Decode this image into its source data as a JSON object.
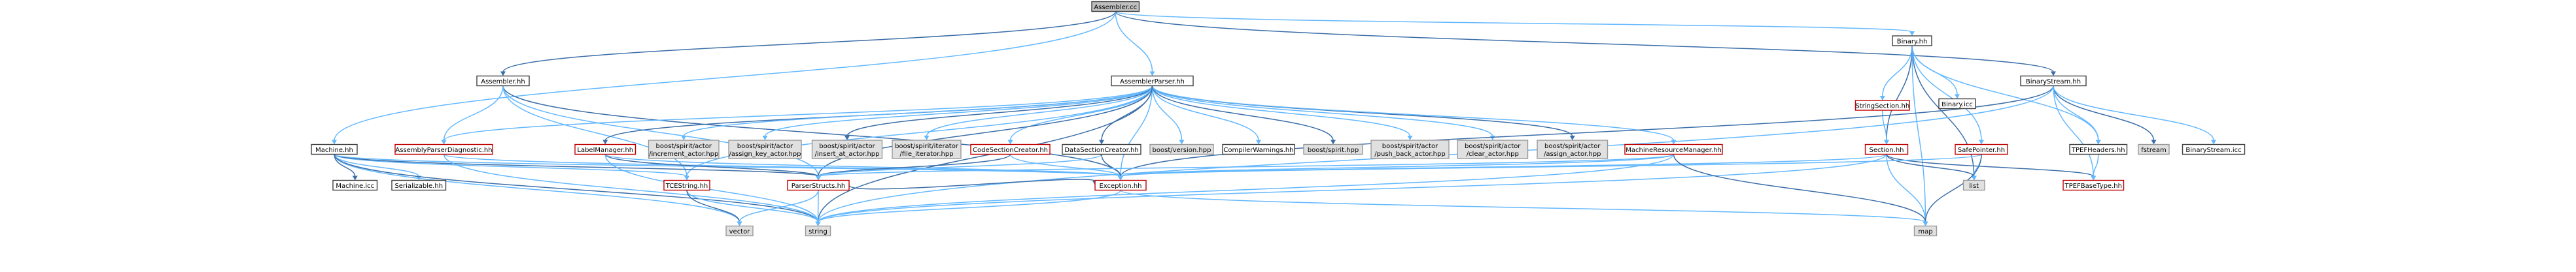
{
  "colors": {
    "edge": "#63b8ff",
    "edge_dark": "#3b6ea8",
    "root_fill": "#bfbfbf",
    "root_border": "#404040",
    "plain_fill": "#ffffff",
    "plain_border": "#404040",
    "red_border": "#bf0000",
    "gray_fill": "#e0e0e0",
    "gray_border": "#999999"
  },
  "nodes": [
    {
      "id": "assembler_cc",
      "label": "Assembler.cc",
      "style": "root"
    },
    {
      "id": "binary_hh",
      "label": "Binary.hh",
      "style": "plain"
    },
    {
      "id": "assembler_hh",
      "label": "Assembler.hh",
      "style": "plain"
    },
    {
      "id": "assemblerparser_hh",
      "label": "AssemblerParser.hh",
      "style": "plain"
    },
    {
      "id": "binarystream_hh",
      "label": "BinaryStream.hh",
      "style": "plain"
    },
    {
      "id": "stringsection_hh",
      "label": "StringSection.hh",
      "style": "red"
    },
    {
      "id": "binary_icc",
      "label": "Binary.icc",
      "style": "plain"
    },
    {
      "id": "machine_hh",
      "label": "Machine.hh",
      "style": "plain"
    },
    {
      "id": "assemblyparserdiagnostic_hh",
      "label": "AssemblyParserDiagnostic.hh",
      "style": "red"
    },
    {
      "id": "labelmanager_hh",
      "label": "LabelManager.hh",
      "style": "red"
    },
    {
      "id": "increment_actor",
      "label": "boost/spirit/actor\n/increment_actor.hpp",
      "style": "gray"
    },
    {
      "id": "assign_key_actor",
      "label": "boost/spirit/actor\n/assign_key_actor.hpp",
      "style": "gray"
    },
    {
      "id": "insert_at_actor",
      "label": "boost/spirit/actor\n/insert_at_actor.hpp",
      "style": "gray"
    },
    {
      "id": "file_iterator",
      "label": "boost/spirit/iterator\n/file_iterator.hpp",
      "style": "gray"
    },
    {
      "id": "codesectioncreator_hh",
      "label": "CodeSectionCreator.hh",
      "style": "red"
    },
    {
      "id": "datasectioncreator_hh",
      "label": "DataSectionCreator.hh",
      "style": "plain"
    },
    {
      "id": "version_hpp",
      "label": "boost/version.hpp",
      "style": "gray"
    },
    {
      "id": "compilerwarnings_hh",
      "label": "CompilerWarnings.hh",
      "style": "plain"
    },
    {
      "id": "spirit_hpp",
      "label": "boost/spirit.hpp",
      "style": "gray"
    },
    {
      "id": "push_back_actor",
      "label": "boost/spirit/actor\n/push_back_actor.hpp",
      "style": "gray"
    },
    {
      "id": "clear_actor",
      "label": "boost/spirit/actor\n/clear_actor.hpp",
      "style": "gray"
    },
    {
      "id": "assign_actor",
      "label": "boost/spirit/actor\n/assign_actor.hpp",
      "style": "gray"
    },
    {
      "id": "machineresourcemanager_hh",
      "label": "MachineResourceManager.hh",
      "style": "red"
    },
    {
      "id": "section_hh",
      "label": "Section.hh",
      "style": "red"
    },
    {
      "id": "safepointer_hh",
      "label": "SafePointer.hh",
      "style": "red"
    },
    {
      "id": "tpefheaders_hh",
      "label": "TPEFHeaders.hh",
      "style": "plain"
    },
    {
      "id": "fstream",
      "label": "fstream",
      "style": "gray"
    },
    {
      "id": "binarystream_icc",
      "label": "BinaryStream.icc",
      "style": "plain"
    },
    {
      "id": "machine_icc",
      "label": "Machine.icc",
      "style": "plain"
    },
    {
      "id": "serializable_hh",
      "label": "Serializable.hh",
      "style": "plain"
    },
    {
      "id": "tcestring_hh",
      "label": "TCEString.hh",
      "style": "red"
    },
    {
      "id": "parserstructs_hh",
      "label": "ParserStructs.hh",
      "style": "red"
    },
    {
      "id": "exception_hh",
      "label": "Exception.hh",
      "style": "red"
    },
    {
      "id": "list",
      "label": "list",
      "style": "gray"
    },
    {
      "id": "tpefbasetype_hh",
      "label": "TPEFBaseType.hh",
      "style": "red"
    },
    {
      "id": "vector",
      "label": "vector",
      "style": "gray"
    },
    {
      "id": "string",
      "label": "string",
      "style": "gray"
    },
    {
      "id": "map",
      "label": "map",
      "style": "gray"
    }
  ],
  "edges": [
    [
      "assembler_cc",
      "assembler_hh"
    ],
    [
      "assembler_cc",
      "assemblerparser_hh"
    ],
    [
      "assembler_cc",
      "binary_hh"
    ],
    [
      "assembler_cc",
      "binarystream_hh"
    ],
    [
      "assembler_cc",
      "machine_hh"
    ],
    [
      "assembler_hh",
      "assemblyparserdiagnostic_hh"
    ],
    [
      "assembler_hh",
      "exception_hh"
    ],
    [
      "assembler_hh",
      "tcestring_hh"
    ],
    [
      "assembler_hh",
      "parserstructs_hh"
    ],
    [
      "assemblerparser_hh",
      "labelmanager_hh"
    ],
    [
      "assemblerparser_hh",
      "increment_actor"
    ],
    [
      "assemblerparser_hh",
      "assign_key_actor"
    ],
    [
      "assemblerparser_hh",
      "insert_at_actor"
    ],
    [
      "assemblerparser_hh",
      "file_iterator"
    ],
    [
      "assemblerparser_hh",
      "codesectioncreator_hh"
    ],
    [
      "assemblerparser_hh",
      "datasectioncreator_hh"
    ],
    [
      "assemblerparser_hh",
      "version_hpp"
    ],
    [
      "assemblerparser_hh",
      "compilerwarnings_hh"
    ],
    [
      "assemblerparser_hh",
      "spirit_hpp"
    ],
    [
      "assemblerparser_hh",
      "push_back_actor"
    ],
    [
      "assemblerparser_hh",
      "clear_actor"
    ],
    [
      "assemblerparser_hh",
      "assign_actor"
    ],
    [
      "assemblerparser_hh",
      "machineresourcemanager_hh"
    ],
    [
      "assemblerparser_hh",
      "assemblyparserdiagnostic_hh"
    ],
    [
      "assemblerparser_hh",
      "parserstructs_hh"
    ],
    [
      "assemblerparser_hh",
      "exception_hh"
    ],
    [
      "assemblerparser_hh",
      "tcestring_hh"
    ],
    [
      "assemblerparser_hh",
      "string"
    ],
    [
      "binary_hh",
      "stringsection_hh"
    ],
    [
      "binary_hh",
      "binary_icc"
    ],
    [
      "binary_hh",
      "section_hh"
    ],
    [
      "binary_hh",
      "safepointer_hh"
    ],
    [
      "binary_hh",
      "tpefheaders_hh"
    ],
    [
      "binary_hh",
      "list"
    ],
    [
      "binary_hh",
      "map"
    ],
    [
      "stringsection_hh",
      "section_hh"
    ],
    [
      "section_hh",
      "list"
    ],
    [
      "section_hh",
      "map"
    ],
    [
      "section_hh",
      "exception_hh"
    ],
    [
      "section_hh",
      "tpefbasetype_hh"
    ],
    [
      "section_hh",
      "string"
    ],
    [
      "safepointer_hh",
      "list"
    ],
    [
      "safepointer_hh",
      "map"
    ],
    [
      "safepointer_hh",
      "exception_hh"
    ],
    [
      "binarystream_hh",
      "tpefheaders_hh"
    ],
    [
      "binarystream_hh",
      "fstream"
    ],
    [
      "binarystream_hh",
      "binarystream_icc"
    ],
    [
      "binarystream_hh",
      "tpefbasetype_hh"
    ],
    [
      "binarystream_hh",
      "exception_hh"
    ],
    [
      "binarystream_hh",
      "string"
    ],
    [
      "tpefheaders_hh",
      "tpefbasetype_hh"
    ],
    [
      "machine_hh",
      "machine_icc"
    ],
    [
      "machine_hh",
      "serializable_hh"
    ],
    [
      "machine_hh",
      "tcestring_hh"
    ],
    [
      "machine_hh",
      "parserstructs_hh"
    ],
    [
      "machine_hh",
      "exception_hh"
    ],
    [
      "machine_hh",
      "vector"
    ],
    [
      "machine_hh",
      "string"
    ],
    [
      "assemblyparserdiagnostic_hh",
      "exception_hh"
    ],
    [
      "assemblyparserdiagnostic_hh",
      "string"
    ],
    [
      "labelmanager_hh",
      "parserstructs_hh"
    ],
    [
      "labelmanager_hh",
      "exception_hh"
    ],
    [
      "labelmanager_hh",
      "string"
    ],
    [
      "codesectioncreator_hh",
      "parserstructs_hh"
    ],
    [
      "codesectioncreator_hh",
      "exception_hh"
    ],
    [
      "datasectioncreator_hh",
      "parserstructs_hh"
    ],
    [
      "datasectioncreator_hh",
      "exception_hh"
    ],
    [
      "machineresourcemanager_hh",
      "parserstructs_hh"
    ],
    [
      "machineresourcemanager_hh",
      "exception_hh"
    ],
    [
      "machineresourcemanager_hh",
      "map"
    ],
    [
      "machineresourcemanager_hh",
      "string"
    ],
    [
      "tcestring_hh",
      "string"
    ],
    [
      "tcestring_hh",
      "vector"
    ],
    [
      "parserstructs_hh",
      "string"
    ],
    [
      "parserstructs_hh",
      "vector"
    ],
    [
      "parserstructs_hh",
      "exception_hh"
    ],
    [
      "exception_hh",
      "string"
    ],
    [
      "exception_hh",
      "map"
    ]
  ]
}
